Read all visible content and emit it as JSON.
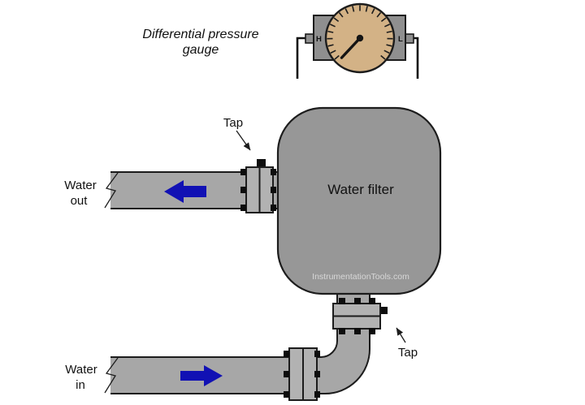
{
  "diagram": {
    "title_line1": "Differential pressure",
    "title_line2": "gauge",
    "gauge": {
      "high_port_label": "H",
      "low_port_label": "L",
      "needle_angle_deg": 227,
      "face_color": "#d3b286",
      "body_color": "#8f8f8f"
    },
    "vessel": {
      "label": "Water filter",
      "watermark": "InstrumentationTools.com",
      "fill_color": "#979797"
    },
    "taps": {
      "top_label": "Tap",
      "bottom_label": "Tap"
    },
    "flows": {
      "out_line1": "Water",
      "out_line2": "out",
      "out_direction": "left",
      "in_line1": "Water",
      "in_line2": "in",
      "in_direction": "right",
      "arrow_color": "#1111b4"
    },
    "colors": {
      "pipe": "#a7a7a7",
      "flange": "#b2b2b2",
      "outline": "#1c1c1c",
      "watermark_text": "#d8d8d8"
    }
  }
}
